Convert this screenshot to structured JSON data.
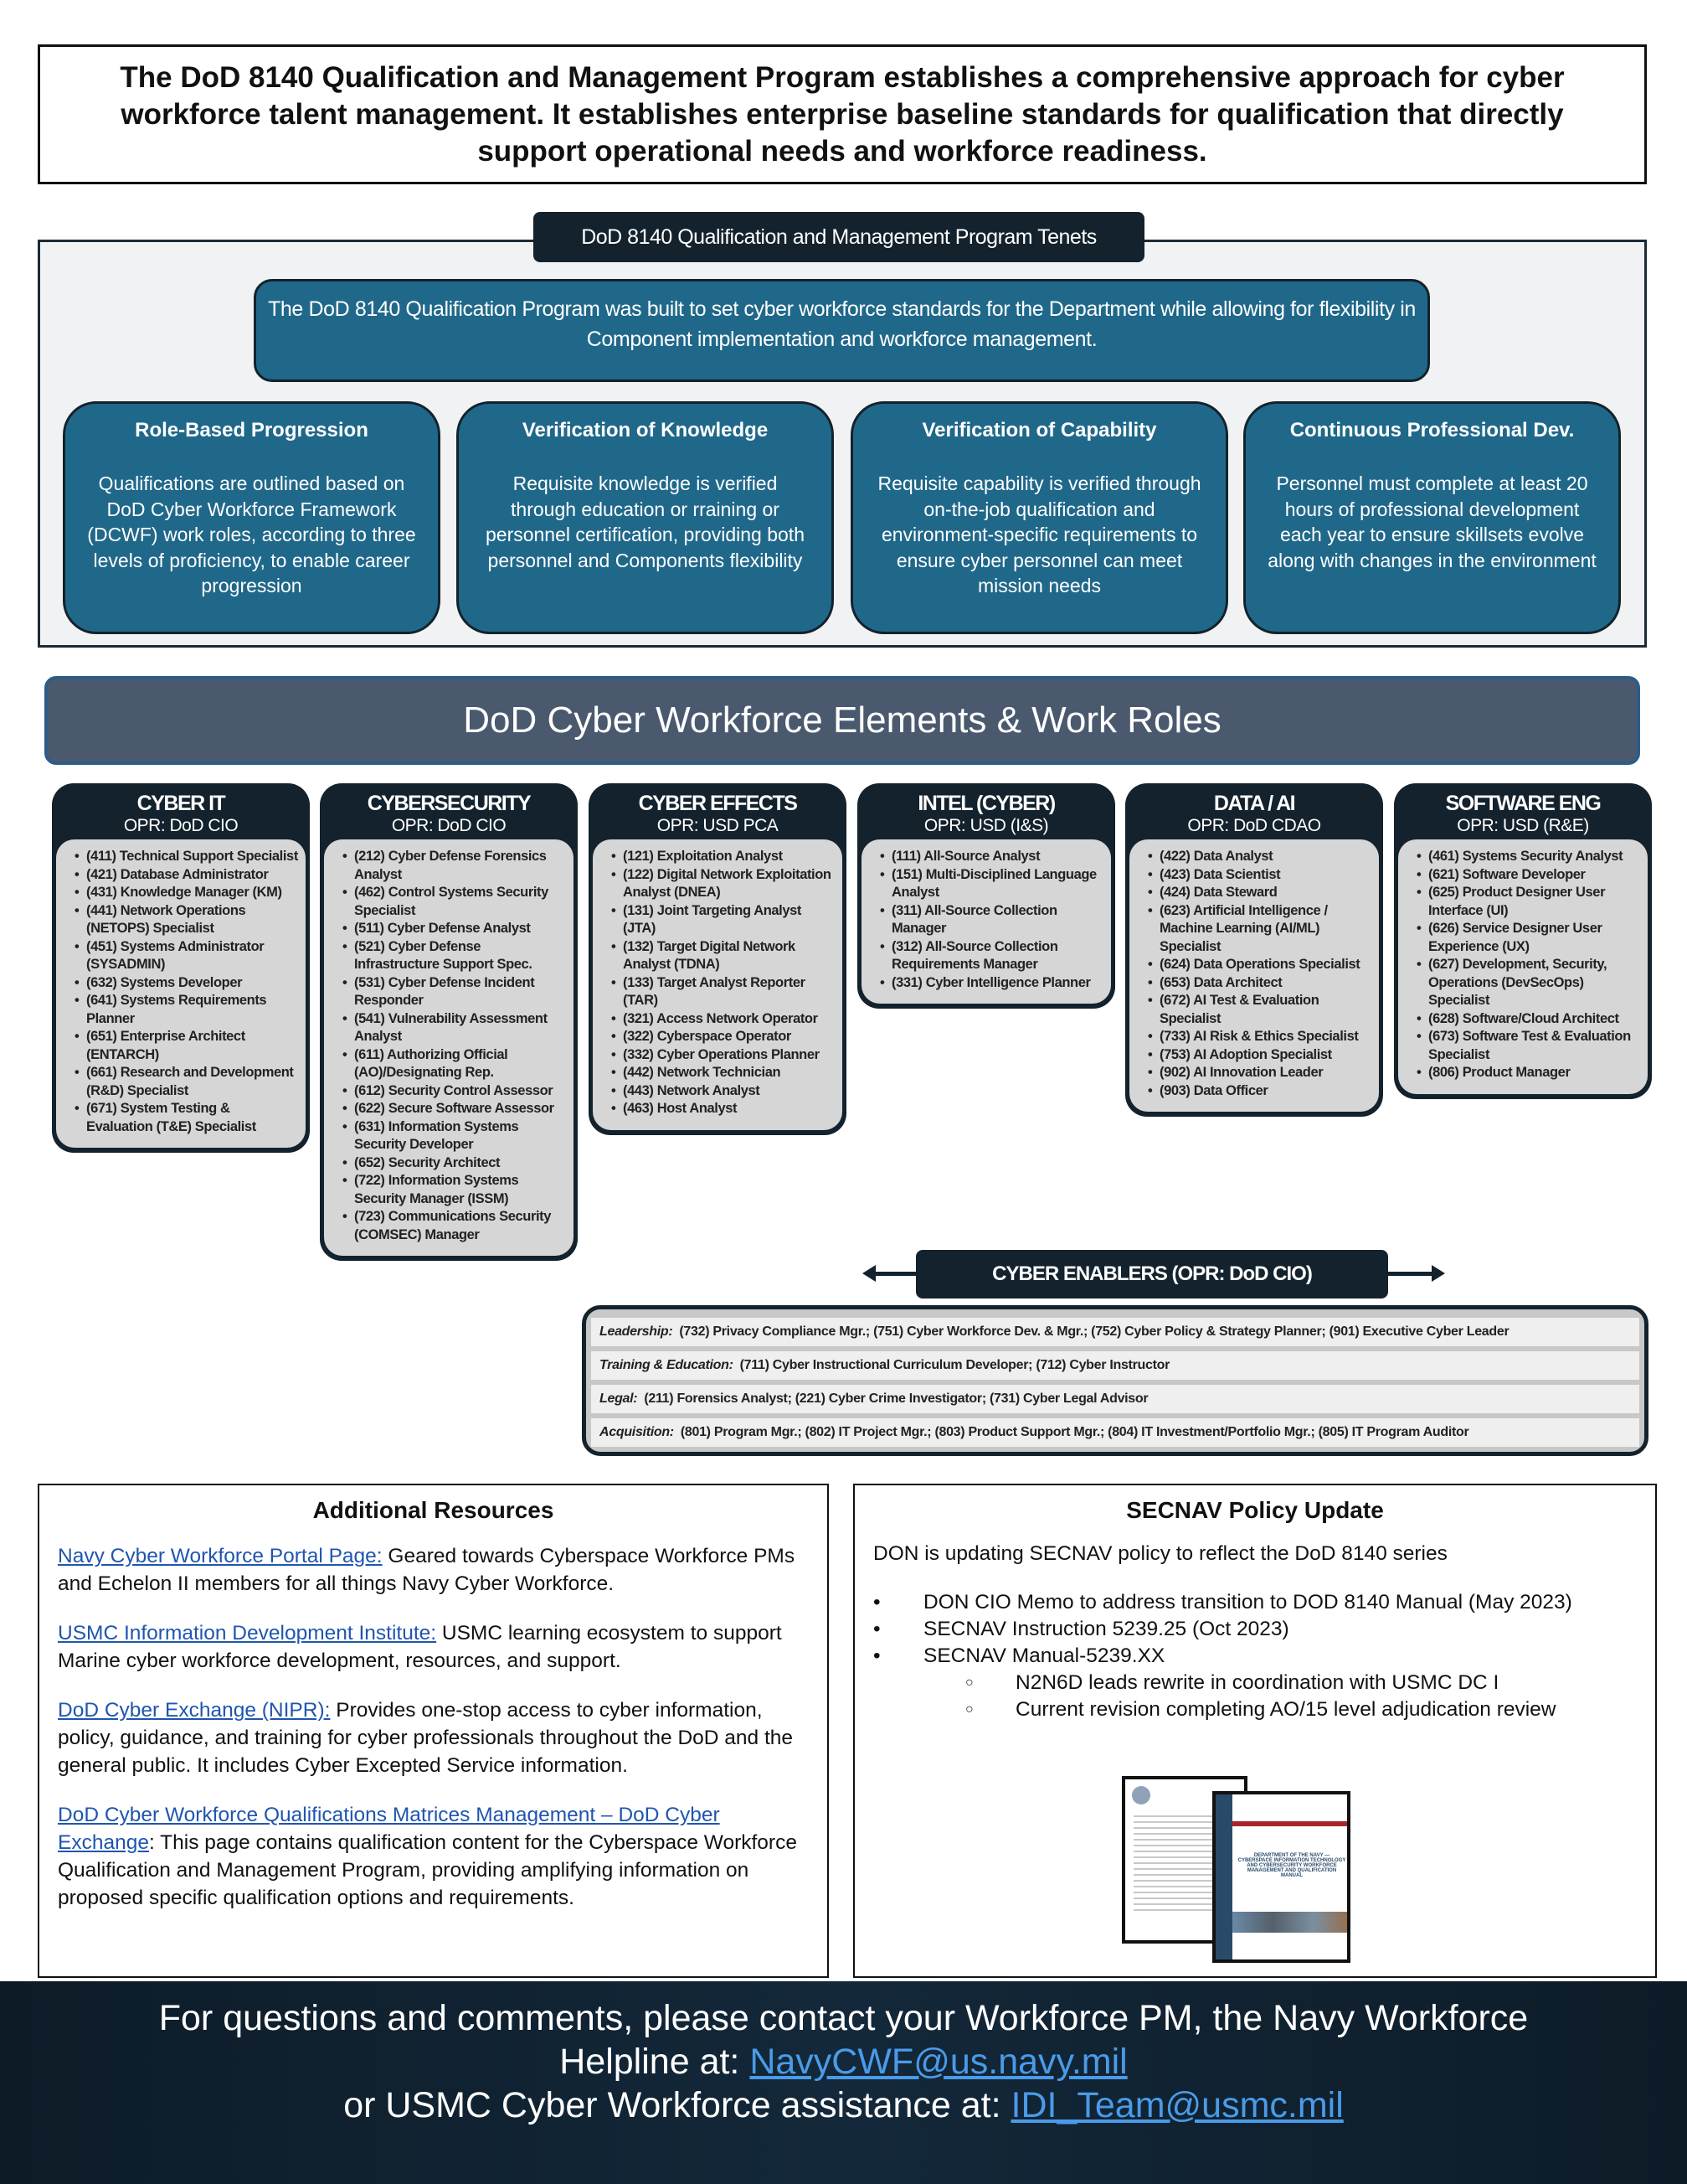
{
  "intro": "The DoD 8140 Qualification and Management Program establishes a comprehensive approach for cyber workforce talent management. It establishes enterprise baseline standards for qualification that directly support operational needs and workforce readiness.",
  "tenets": {
    "tab": "DoD 8140 Qualification and Management Program Tenets",
    "banner": "The DoD 8140 Qualification Program was built to set cyber workforce standards for the Department while allowing for flexibility in Component implementation and workforce management.",
    "cards": [
      {
        "title": "Role-Based Progression",
        "text": "Qualifications are outlined based on DoD Cyber Workforce Framework (DCWF) work roles, according to three levels of proficiency, to enable career progression"
      },
      {
        "title": "Verification of Knowledge",
        "text": "Requisite knowledge is verified through education or rraining or personnel certification, providing both personnel and Components flexibility"
      },
      {
        "title": "Verification of Capability",
        "text": "Requisite capability is verified through on-the-job qualification and environment-specific requirements to ensure cyber personnel can meet mission needs"
      },
      {
        "title": "Continuous Professional Dev.",
        "text": "Personnel must complete at least 20 hours of professional development each year to ensure skillsets evolve along with changes in the environment"
      }
    ]
  },
  "section_title": "DoD Cyber Workforce Elements & Work Roles",
  "columns": [
    {
      "title": "CYBER IT",
      "opr": "OPR: DoD CIO",
      "roles": [
        "(411) Technical Support Specialist",
        "(421) Database Administrator",
        "(431) Knowledge Manager (KM)",
        "(441) Network Operations (NETOPS) Specialist",
        "(451) Systems Administrator (SYSADMIN)",
        "(632) Systems Developer",
        "(641) Systems Requirements Planner",
        "(651) Enterprise Architect (ENTARCH)",
        "(661) Research and Development (R&D) Specialist",
        "(671) System Testing & Evaluation (T&E) Specialist"
      ]
    },
    {
      "title": "CYBERSECURITY",
      "opr": "OPR: DoD CIO",
      "roles": [
        "(212) Cyber Defense Forensics Analyst",
        "(462) Control Systems Security Specialist",
        "(511) Cyber Defense Analyst",
        "(521) Cyber Defense Infrastructure Support Spec.",
        "(531) Cyber Defense Incident Responder",
        "(541) Vulnerability Assessment Analyst",
        "(611) Authorizing Official (AO)/Designating Rep.",
        "(612) Security Control Assessor",
        "(622) Secure Software Assessor",
        "(631) Information Systems Security Developer",
        "(652) Security Architect",
        "(722) Information Systems Security Manager (ISSM)",
        "(723) Communications Security (COMSEC) Manager"
      ]
    },
    {
      "title": "CYBER EFFECTS",
      "opr": "OPR: USD PCA",
      "roles": [
        "(121) Exploitation Analyst",
        "(122) Digital Network Exploitation Analyst (DNEA)",
        "(131) Joint Targeting Analyst (JTA)",
        "(132) Target Digital Network Analyst (TDNA)",
        "(133) Target Analyst Reporter (TAR)",
        "(321) Access Network Operator",
        "(322) Cyberspace Operator",
        "(332) Cyber Operations Planner",
        "(442) Network Technician",
        "(443) Network Analyst",
        "(463) Host Analyst"
      ]
    },
    {
      "title": "INTEL (CYBER)",
      "opr": "OPR: USD (I&S)",
      "roles": [
        "(111) All-Source Analyst",
        "(151) Multi-Disciplined Language Analyst",
        "(311) All-Source Collection Manager",
        "(312) All-Source Collection Requirements Manager",
        "(331) Cyber Intelligence Planner"
      ]
    },
    {
      "title": "DATA / AI",
      "opr": "OPR: DoD CDAO",
      "roles": [
        "(422) Data Analyst",
        "(423) Data Scientist",
        "(424) Data Steward",
        "(623) Artificial Intelligence / Machine Learning (AI/ML) Specialist",
        "(624) Data Operations Specialist",
        "(653) Data Architect",
        "(672) AI Test & Evaluation Specialist",
        "(733) AI Risk & Ethics Specialist",
        "(753) AI Adoption Specialist",
        "(902) AI Innovation Leader",
        "(903) Data Officer"
      ]
    },
    {
      "title": "SOFTWARE ENG",
      "opr": "OPR: USD (R&E)",
      "roles": [
        "(461) Systems Security Analyst",
        "(621) Software Developer",
        "(625) Product Designer User Interface (UI)",
        "(626) Service Designer User Experience (UX)",
        "(627) Development, Security, Operations (DevSecOps) Specialist",
        "(628) Software/Cloud Architect",
        "(673) Software Test & Evaluation Specialist",
        "(806) Product Manager"
      ]
    }
  ],
  "enablers": {
    "label": "CYBER ENABLERS (OPR: DoD CIO)",
    "rows": [
      {
        "category": "Leadership:",
        "roles": "(732) Privacy Compliance Mgr.; (751) Cyber Workforce Dev. & Mgr.; (752) Cyber Policy & Strategy Planner; (901) Executive Cyber Leader"
      },
      {
        "category": "Training & Education:",
        "roles": "(711) Cyber Instructional Curriculum Developer; (712) Cyber Instructor"
      },
      {
        "category": "Legal:",
        "roles": "(211) Forensics Analyst; (221) Cyber Crime Investigator; (731) Cyber Legal Advisor"
      },
      {
        "category": "Acquisition:",
        "roles": "(801) Program Mgr.; (802) IT Project Mgr.; (803) Product Support Mgr.; (804) IT Investment/Portfolio Mgr.; (805) IT Program Auditor"
      }
    ]
  },
  "resources": {
    "title": "Additional Resources",
    "items": [
      {
        "link": "Navy Cyber Workforce Portal Page:",
        "text": " Geared towards Cyberspace Workforce PMs and Echelon II members for all things Navy Cyber Workforce."
      },
      {
        "link": "USMC Information Development Institute:",
        "text": " USMC learning ecosystem to support Marine cyber workforce development, resources, and support."
      },
      {
        "link": "DoD Cyber Exchange (NIPR):",
        "text": " Provides one-stop access to cyber information, policy, guidance, and training for cyber professionals throughout the DoD and the general public. It includes Cyber Excepted Service information."
      },
      {
        "link": "DoD Cyber Workforce Qualifications Matrices Management – DoD Cyber Exchange",
        "text": ": This page contains qualification content for the Cyberspace Workforce Qualification and Management Program, providing amplifying information on proposed specific qualification options and requirements."
      }
    ]
  },
  "secnav": {
    "title": "SECNAV Policy Update",
    "intro": "DON is updating SECNAV policy to reflect the DoD 8140 series",
    "bullets": [
      "DON CIO Memo to address transition to DOD 8140 Manual (May 2023)",
      "SECNAV Instruction 5239.25 (Oct 2023)",
      "SECNAV Manual-5239.XX"
    ],
    "sub_bullets": [
      "N2N6D leads rewrite in coordination with USMC DC I",
      "Current revision completing AO/15 level adjudication review"
    ],
    "doc_cover_text": "DEPARTMENT OF THE NAVY — CYBERSPACE INFORMATION TECHNOLOGY AND CYBERSECURITY WORKFORCE MANAGEMENT AND QUALIFICATION MANUAL"
  },
  "footer": {
    "line1": "For questions and comments, please contact your Workforce PM, the Navy Workforce",
    "line2_prefix": "Helpline at: ",
    "navy_email": "NavyCWF@us.navy.mil",
    "line3_prefix": "or USMC Cyber Workforce assistance at: ",
    "usmc_email": "IDI_Team@usmc.mil"
  },
  "colors": {
    "teal": "#20688a",
    "navy": "#13222c",
    "slate": "#4a596e",
    "panel": "#d6d6d6",
    "link": "#1f55b0"
  }
}
